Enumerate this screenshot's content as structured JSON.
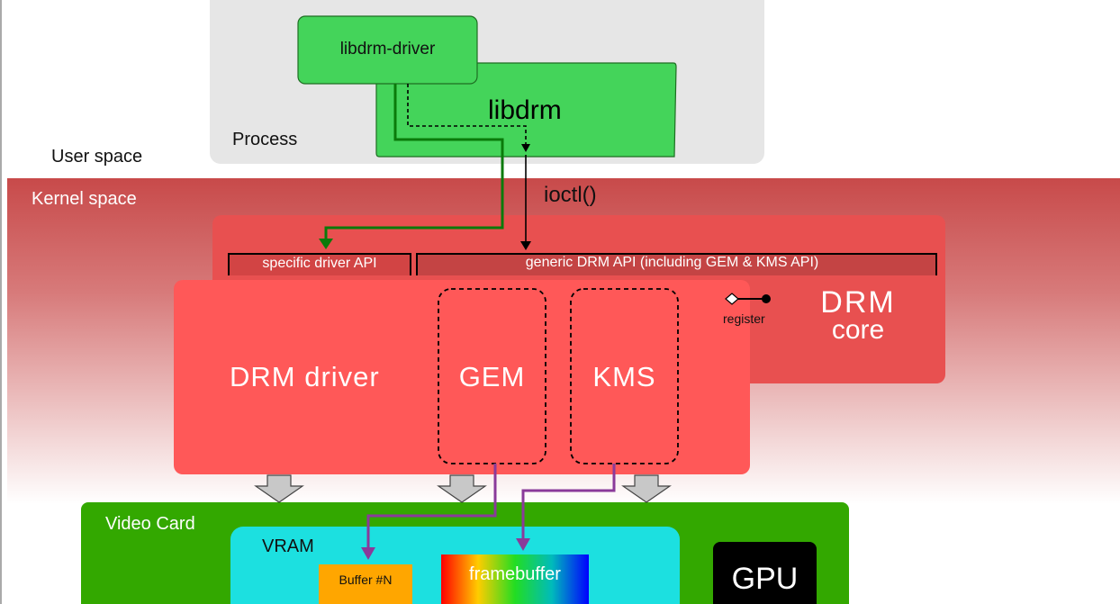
{
  "labels": {
    "user_space": "User space",
    "kernel_space": "Kernel space",
    "process": "Process",
    "libdrm_driver": "libdrm-driver",
    "libdrm": "libdrm",
    "ioctl": "ioctl()",
    "specific_api": "specific driver API",
    "generic_api": "generic DRM API (including GEM & KMS API)",
    "register": "register",
    "drm_core_line1": "DRM",
    "drm_core_line2": "core",
    "drm_driver": "DRM driver",
    "gem": "GEM",
    "kms": "KMS",
    "video_card": "Video Card",
    "vram": "VRAM",
    "buffer": "Buffer #N",
    "framebuffer": "framebuffer",
    "gpu": "GPU"
  },
  "colors": {
    "process_bg": "#e6e6e6",
    "libdrm_green": "#44d45a",
    "kernel_red": "#c74848",
    "drm_core_red": "#e85050",
    "drm_driver_red": "#ff5858",
    "video_card_green": "#33a800",
    "vram_cyan": "#1ce0e0",
    "buffer_orange": "#ffa600",
    "gpu_black": "#000000",
    "green_path": "#0a7a0a",
    "purple_path": "#8a3a9a"
  }
}
